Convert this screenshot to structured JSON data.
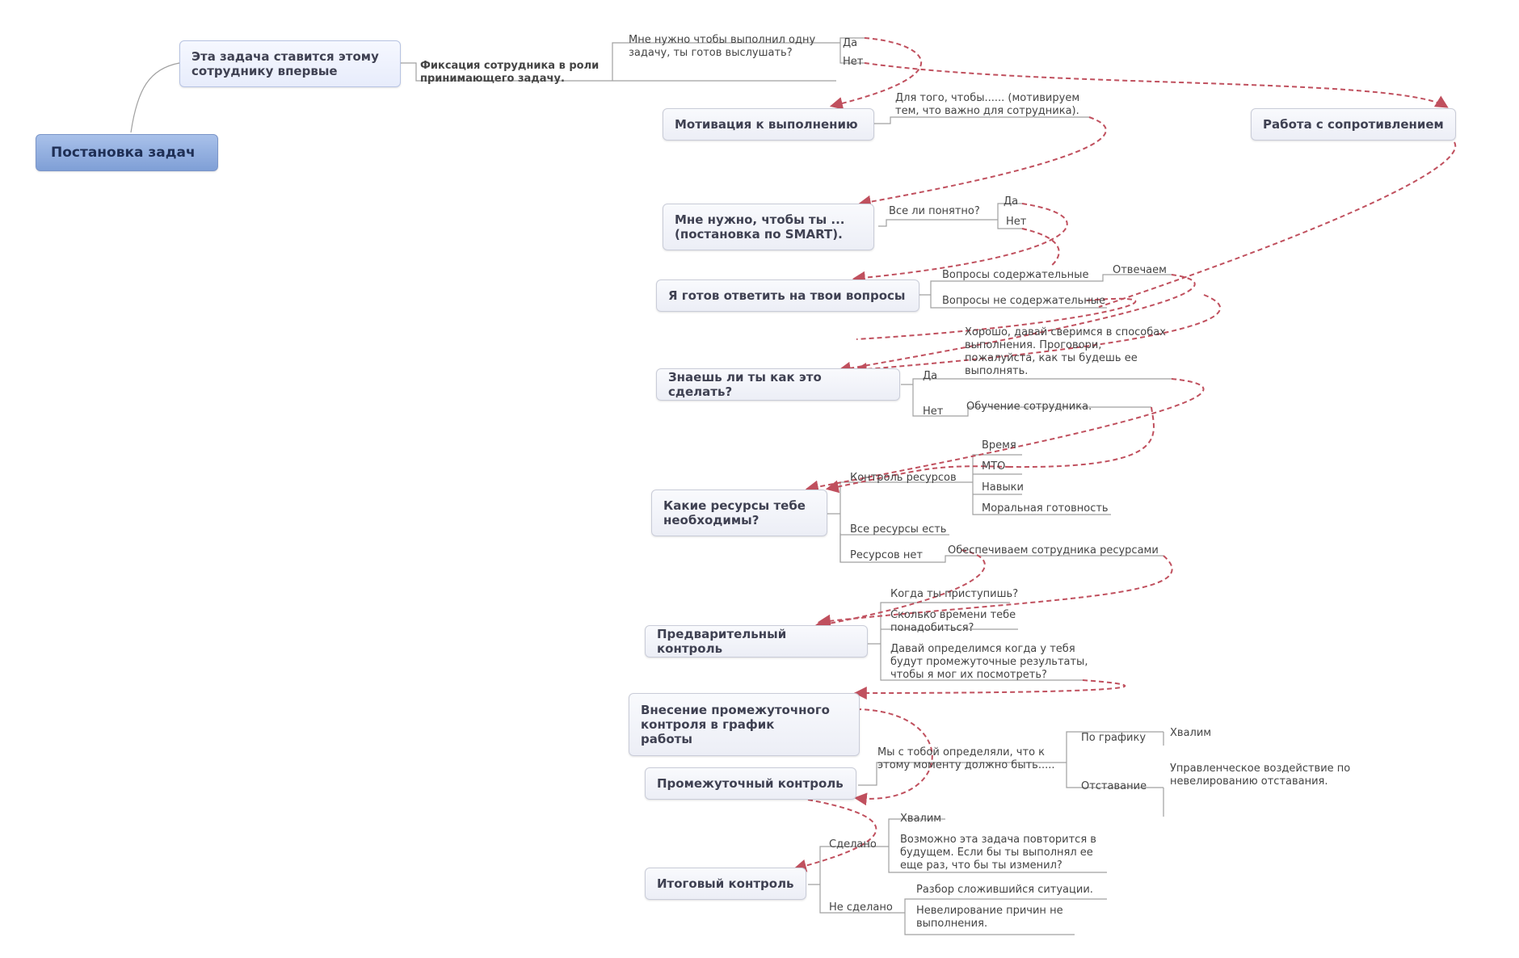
{
  "root": "Постановка задач",
  "first_task": "Эта задача ставится этому\nсотруднику впервые",
  "first_fix": "Фиксация сотрудника в роли\nпринимающего задачу.",
  "nodes": {
    "motivation": "Мотивация к выполнению",
    "resistance": "Работа с сопротивлением",
    "smart": "Мне нужно, чтобы ты ...\n(постановка по SMART).",
    "ready": "Я готов ответить на твои вопросы",
    "know_how": "Знаешь ли ты как это сделать?",
    "resources": "Какие ресурсы тебе\nнеобходимы?",
    "pre_control": "Предварительный контроль",
    "schedule": "Внесение промежуточного\nконтроля в график\nработы",
    "mid_control": "Промежуточный контроль",
    "final_control": "Итоговый контроль"
  },
  "labels": {
    "need_listen": "Мне нужно чтобы выполнил одну\nзадачу, ты готов выслушать?",
    "yes": "Да",
    "no": "Нет",
    "so_that": "Для того, чтобы...... (мотивируем\nтем, что важно для сотрудника).",
    "all_clear": "Все ли понятно?",
    "q_content": "Вопросы содержательные",
    "q_noncontent": "Вопросы не содержательные",
    "answer": "Отвечаем",
    "check_methods": "Хорошо, давай сверимся в способах\nвыполнения. Проговори,\nпожалуйста, как ты будешь ее\nвыполнять.",
    "training": "Обучение сотрудника.",
    "res_control": "Контроль ресурсов",
    "time": "Время",
    "mto": "МТО",
    "skills": "Навыки",
    "moral": "Моральная готовность",
    "res_all": "Все ресурсы есть",
    "res_none": "Ресурсов нет",
    "provide_res": "Обеспечиваем сотрудника ресурсами",
    "when_start": "Когда ты приступишь?",
    "how_long": "Сколько времени тебе\nпонадобиться?",
    "interim_results": "Давай определимся когда у тебя\nбудут промежуточные результаты,\nчтобы я мог их посмотреть?",
    "we_defined": "Мы с тобой определяли, что к\nэтому моменту должно быть.....",
    "on_schedule": "По графику",
    "praise": "Хвалим",
    "lagging": "Отставание",
    "mgmt_action": "Управленческое воздействие по\nневелированию отставания.",
    "done": "Сделано",
    "not_done": "Не сделано",
    "maybe_repeat": "Возможно эта задача повторится в\nбудущем. Если бы ты выполнял ее\nеще раз, что бы ты изменил?",
    "analysis": "Разбор сложившийся ситуации.",
    "leveling": "Невелирование причин не\nвыполнения."
  },
  "colors": {
    "connector": "#a0a0a0",
    "flow_arrow": "#c0505e",
    "root_fill": "#8eaadd",
    "node_border": "#c9ccd8"
  }
}
